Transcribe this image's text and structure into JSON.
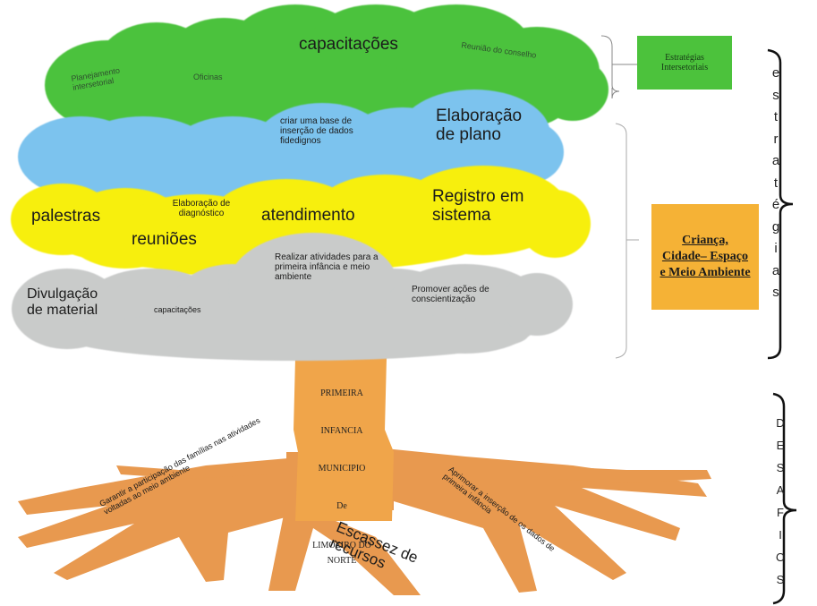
{
  "colors": {
    "green": "#4cc23c",
    "blue": "#7cc3ee",
    "yellow": "#f7ef10",
    "grey": "#c9cbca",
    "orange": "#e8994f",
    "trunk": "#f0a54a",
    "label_box": "#f5b236"
  },
  "green_layer": {
    "capacitacoes": "capacitações",
    "reuniao_conselho": "Reunião do conselho",
    "planejamento": "Planejamento intersetorial",
    "oficinas": "Oficinas"
  },
  "blue_layer": {
    "base_dados": "criar uma base de inserção de dados fidedignos",
    "elaboracao_plano": "Elaboração de plano"
  },
  "yellow_layer": {
    "palestras": "palestras",
    "elaboracao_diagnostico": "Elaboração de diagnóstico",
    "atendimento": "atendimento",
    "registro": "Registro em sistema",
    "reunioes": "reuniões"
  },
  "grey_layer": {
    "realizar_atividades": "Realizar atividades para a primeira infância e meio ambiente",
    "divulgacao": "Divulgação de material",
    "capacitacoes": "capacitações",
    "promover": "Promover ações de conscientização"
  },
  "trunk": {
    "lines": [
      "PRIMEIRA",
      "INFANCIA",
      "MUNICIPIO",
      "De",
      "LIMOEIRO DO NORTE"
    ]
  },
  "roots": {
    "garantir": "Garantir a participação das famílias nas atividades voltadas ao meio ambiente",
    "escassez": "Escassez de recursos",
    "aprimorar": "Aprimorar a inserção de os dados de primeira infância"
  },
  "labels": {
    "estrategias_intersetoriais": "Estratégias Intersetoriais",
    "crianca": "Criança, Cidade– Espaço e Meio Ambiente",
    "estrategias_vertical": [
      "e",
      "s",
      "t",
      "r",
      "a",
      "t",
      "é",
      "g",
      "i",
      "a",
      "s"
    ],
    "desafios_vertical": [
      "D",
      "E",
      "S",
      "A",
      "F",
      "I",
      "O",
      "S"
    ]
  }
}
